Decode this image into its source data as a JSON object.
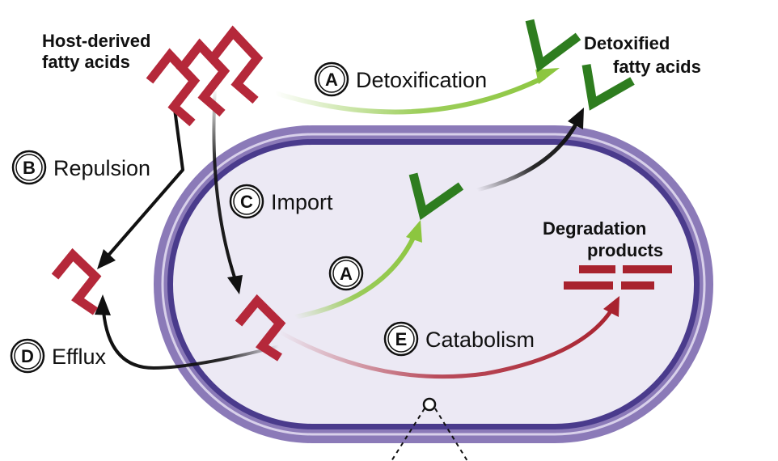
{
  "labels": {
    "host_fa_line1": "Host-derived",
    "host_fa_line2": "fatty acids",
    "detox_fa_line1": "Detoxified",
    "detox_fa_line2": "fatty acids",
    "degradation_line1": "Degradation",
    "degradation_line2": "products"
  },
  "processes": {
    "detox_top": {
      "badge": "A",
      "label": "Detoxification"
    },
    "repulsion": {
      "badge": "B",
      "label": "Repulsion"
    },
    "import": {
      "badge": "C",
      "label": "Import"
    },
    "detox_inside": {
      "badge": "A",
      "label": ""
    },
    "efflux": {
      "badge": "D",
      "label": "Efflux"
    },
    "catabolism": {
      "badge": "E",
      "label": "Catabolism"
    }
  },
  "colors": {
    "fatty_acid_red": "#b5283a",
    "detox_green": "#2e7d1f",
    "detox_arrow_green": "#8cc63f",
    "catabolism_red": "#a8222e",
    "membrane_outer": "#8b7ab8",
    "membrane_inner": "#4a3b8c",
    "cytoplasm": "#ece9f4"
  }
}
